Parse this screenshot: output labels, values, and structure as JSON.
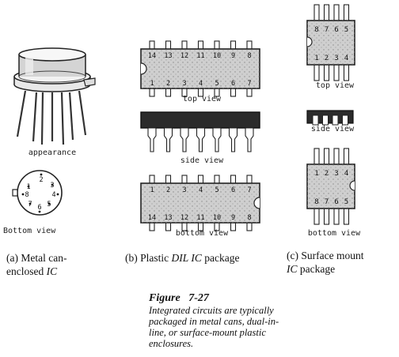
{
  "metal_can": {
    "appearance_label": "appearance",
    "bottom_view_label": "Bottom view",
    "pin_numbers": [
      "1",
      "2",
      "3",
      "4",
      "5",
      "6",
      "7",
      "8"
    ],
    "caption_prefix": "(a) Metal can-",
    "caption_line2": "enclosed",
    "caption_ic": "IC"
  },
  "dil": {
    "top_row_pins": [
      "14",
      "13",
      "12",
      "11",
      "10",
      "9",
      "8"
    ],
    "bottom_row_pins": [
      "1",
      "2",
      "3",
      "4",
      "5",
      "6",
      "7"
    ],
    "top_view_label": "top view",
    "side_view_label": "side view",
    "bottom_view_label": "bottom view",
    "caption_prefix": "(b) Plastic",
    "caption_dil": "DIL IC",
    "caption_suffix": "package"
  },
  "smd": {
    "top_upper_pins": [
      "8",
      "7",
      "6",
      "5"
    ],
    "top_lower_pins": [
      "1",
      "2",
      "3",
      "4"
    ],
    "bottom_upper_pins": [
      "1",
      "2",
      "3",
      "4"
    ],
    "bottom_lower_pins": [
      "8",
      "7",
      "6",
      "5"
    ],
    "top_view_label": "top view",
    "side_view_label": "side view",
    "bottom_view_label": "bottom view",
    "caption_line1": "(c) Surface mount",
    "caption_ic": "IC",
    "caption_suffix": "package"
  },
  "figure": {
    "title": "Figure",
    "number": "7-27",
    "text_lines": [
      "Integrated circuits are typically",
      "packaged in metal cans, dual-in-",
      "line, or surface-mount plastic",
      "enclosures."
    ]
  }
}
